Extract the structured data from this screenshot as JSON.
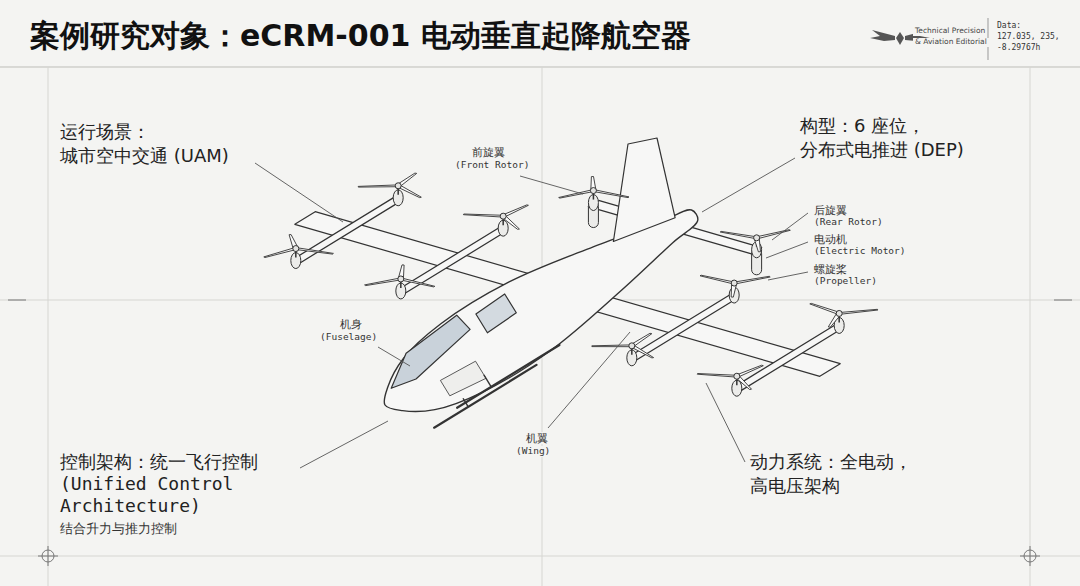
{
  "diagram": {
    "title": "案例研究对象：eCRM-001 电动垂直起降航空器",
    "labels": [
      "Technical Precision",
      "& Aviation Editorial",
      "Data:",
      "127.035, 235,",
      "-8.29767h",
      "运行场景：",
      "城市空中交通 (UAM)",
      "前旋翼",
      "(Front Rotor)",
      "构型：6 座位，",
      "分布式电推进 (DEP)",
      "后旋翼",
      "(Rear Rotor)",
      "电动机",
      "(Electric Motor)",
      "螺旋桨",
      "(Propeller)",
      "机身",
      "(Fuselage)",
      "机翼",
      "(Wing)",
      "控制架构：统一飞行控制",
      "(Unified Control",
      "Architecture)",
      "结合升力与推力控制",
      "动力系统：全电动，",
      "高电压架构"
    ]
  }
}
